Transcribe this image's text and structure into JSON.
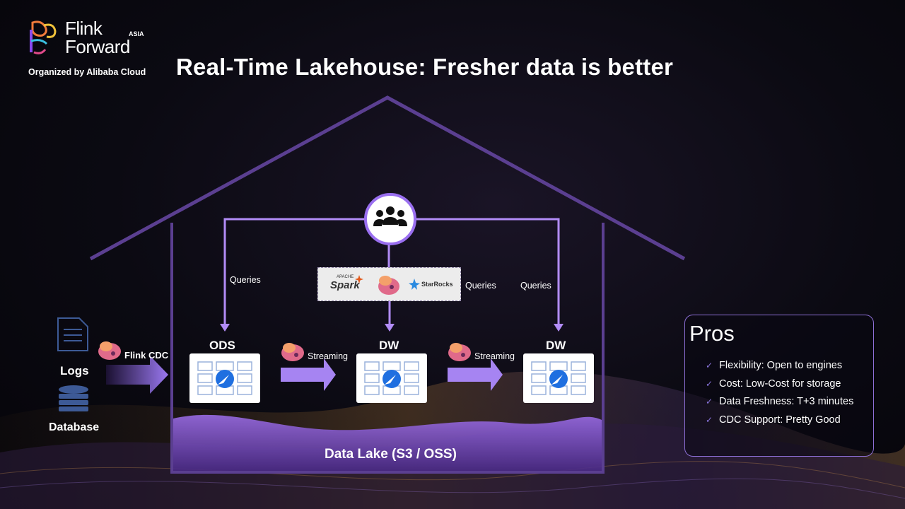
{
  "branding": {
    "logo_line1": "Flink",
    "logo_line2": "Forward",
    "logo_badge": "ASIA",
    "organizer": "Organized by Alibaba Cloud"
  },
  "title": "Real-Time Lakehouse: Fresher data is better",
  "sources": {
    "logs_label": "Logs",
    "database_label": "Database",
    "cdc_label": "Flink CDC"
  },
  "layers": {
    "ods": "ODS",
    "dw1": "DW",
    "dw2": "DW"
  },
  "edges": {
    "streaming_1": "Streaming",
    "streaming_2": "Streaming",
    "queries_left": "Queries",
    "queries_mid": "Queries",
    "queries_right": "Queries"
  },
  "engines": {
    "spark_small": "APACHE",
    "spark": "Spark",
    "starrocks": "StarRocks"
  },
  "lake": "Data Lake (S3 / OSS)",
  "pros": {
    "title": "Pros",
    "items": [
      "Flexibility:  Open to engines",
      "Cost: Low-Cost for storage",
      "Data Freshness: T+3 minutes",
      "CDC Support:  Pretty Good"
    ]
  },
  "colors": {
    "accent": "#8b5cf6",
    "house_line": "#5b3f91",
    "arrow": "#a684f2",
    "query_line": "#b28cf7"
  }
}
